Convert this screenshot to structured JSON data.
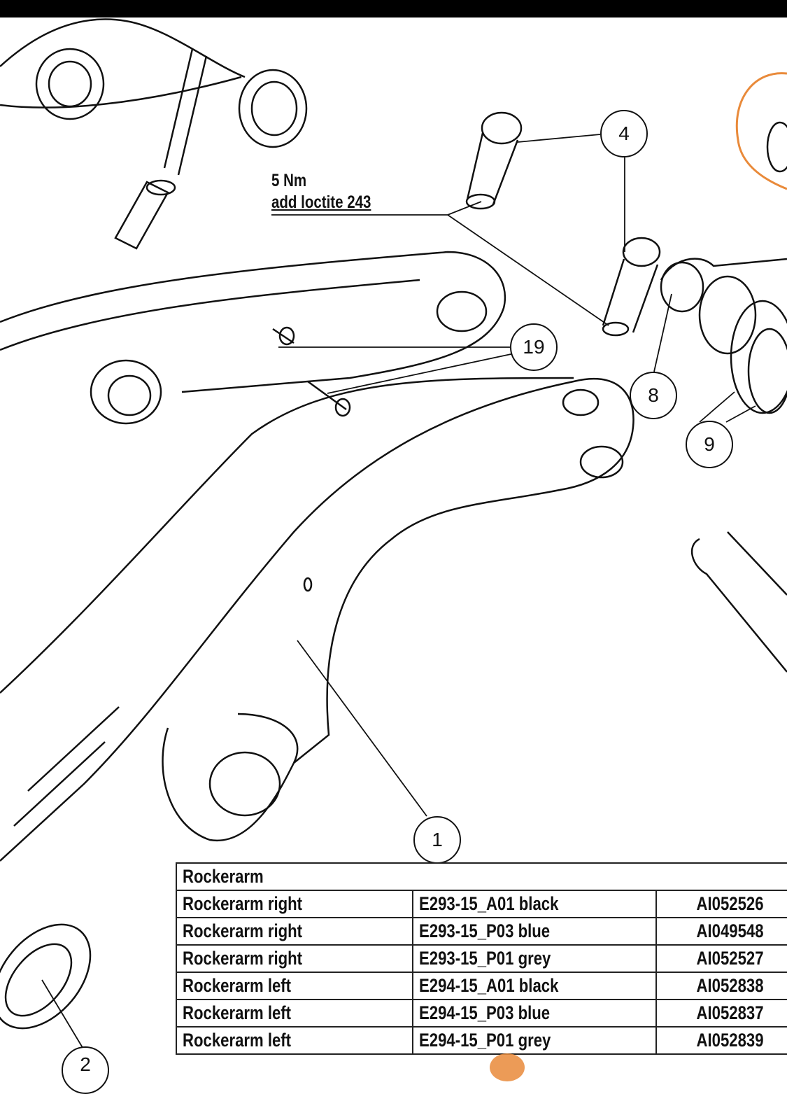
{
  "annotation": {
    "torque": "5 Nm",
    "instruction": "add loctite 243"
  },
  "callouts": [
    "4",
    "19",
    "8",
    "9",
    "1",
    "2"
  ],
  "highlight_color": "#e98a3a",
  "table": {
    "title": "Rockerarm",
    "rows": [
      {
        "name": "Rockerarm right",
        "part": "E293-15_A01 black",
        "code": "AI052526"
      },
      {
        "name": "Rockerarm right",
        "part": "E293-15_P03 blue",
        "code": "AI049548"
      },
      {
        "name": "Rockerarm right",
        "part": "E293-15_P01 grey",
        "code": "AI052527"
      },
      {
        "name": "Rockerarm left",
        "part": "E294-15_A01 black",
        "code": "AI052838"
      },
      {
        "name": "Rockerarm left",
        "part": "E294-15_P03 blue",
        "code": "AI052837"
      },
      {
        "name": "Rockerarm left",
        "part": "E294-15_P01 grey",
        "code": "AI052839"
      }
    ]
  }
}
